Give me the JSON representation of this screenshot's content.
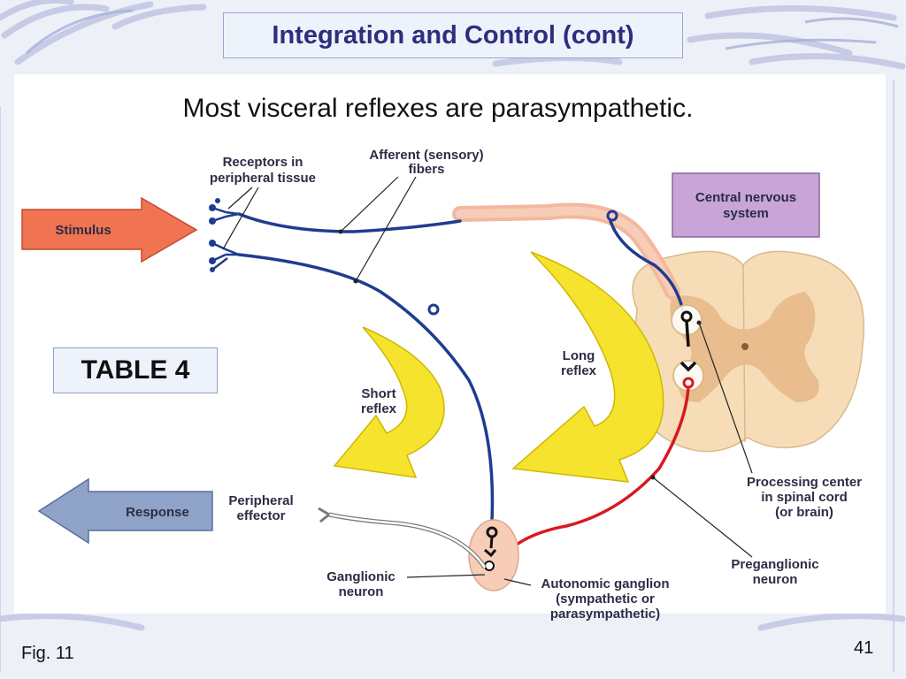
{
  "slide": {
    "title": "Integration and Control (cont)",
    "subtitle": "Most visceral reflexes are parasympathetic.",
    "table_ref": "TABLE 4",
    "figure_label": "Fig. 11",
    "page_number": "41"
  },
  "diagram": {
    "stimulus": "Stimulus",
    "response": "Response",
    "receptors": [
      "Receptors in",
      "peripheral tissue"
    ],
    "afferent": [
      "Afferent (sensory)",
      "fibers"
    ],
    "cns": [
      "Central nervous",
      "system"
    ],
    "long_reflex": [
      "Long",
      "reflex"
    ],
    "short_reflex": [
      "Short",
      "reflex"
    ],
    "peripheral_effector": [
      "Peripheral",
      "effector"
    ],
    "processing_center": [
      "Processing center",
      "in spinal cord",
      "(or brain)"
    ],
    "preganglionic": [
      "Preganglionic",
      "neuron"
    ],
    "ganglionic": [
      "Ganglionic",
      "neuron"
    ],
    "autonomic_ganglion": [
      "Autonomic ganglion",
      "(sympathetic or",
      "parasympathetic)"
    ]
  },
  "colors": {
    "title_text": "#2b2f7d",
    "stimulus_arrow": "#f07352",
    "response_arrow": "#8fa3c8",
    "cns_box": "#c8a4d8",
    "reflex_arrow": "#f5e32e",
    "afferent_fiber": "#1f3c8f",
    "preganglionic_fiber": "#d8191f",
    "spinal_cord": "#f6ddb8"
  }
}
